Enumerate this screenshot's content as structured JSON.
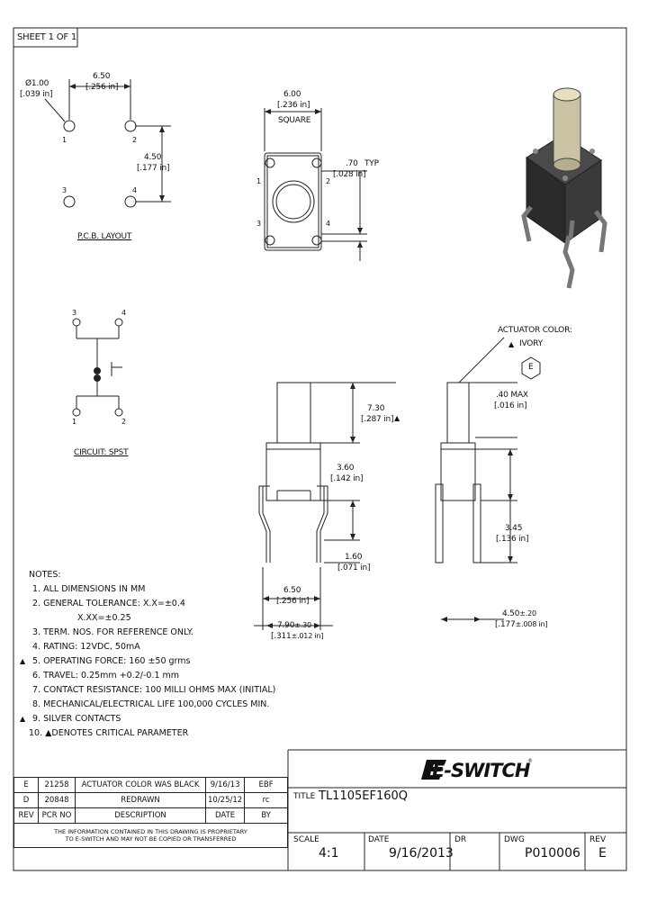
{
  "sheet": "SHEET 1 OF 1",
  "pcb": {
    "hole_dia": "Ø1.00",
    "hole_dia_in": "[.039 in]",
    "width": "6.50",
    "width_in": "[.256 in]",
    "height": "4.50",
    "height_in": "[.177 in]",
    "pins": [
      "1",
      "2",
      "3",
      "4"
    ],
    "label": "P.C.B. LAYOUT"
  },
  "top_view": {
    "size": "6.00",
    "size_in": "[.236 in]",
    "square": "SQUARE",
    "tab": ".70",
    "tab_in": "[.028 in]",
    "typ": "TYP",
    "pins": [
      "1",
      "2",
      "3",
      "4"
    ]
  },
  "circuit": {
    "pins": [
      "3",
      "4",
      "1",
      "2"
    ],
    "label": "CIRCUIT: SPST"
  },
  "front_view": {
    "height": "7.30",
    "height_in": "[.287 in]",
    "body": "3.60",
    "body_in": "[.142 in]",
    "lead": "1.60",
    "lead_in": "[.071 in]",
    "pitch": "6.50",
    "pitch_in": "[.256 in]",
    "overall": "7.90",
    "overall_tol": "±.30",
    "overall_in": "[.311",
    "overall_in_tol": "±.012 in]"
  },
  "side_view": {
    "actuator_label": "ACTUATOR COLOR:",
    "actuator_color": "IVORY",
    "hex": "E",
    "max": ".40 MAX",
    "max_in": "[.016 in]",
    "leg": "3.45",
    "leg_in": "[.136 in]",
    "width": "4.50",
    "width_tol": "±.20",
    "width_in": "[.177",
    "width_in_tol": "±.008 in]"
  },
  "notes": {
    "title": "NOTES:",
    "items": [
      "1. ALL DIMENSIONS IN MM",
      "2. GENERAL TOLERANCE: X.X=±0.4",
      "X.XX=±0.25",
      "3. TERM. NOS. FOR REFERENCE ONLY.",
      "4. RATING: 12VDC, 50mA",
      "5. OPERATING FORCE: 160 ±50 grms",
      "6. TRAVEL: 0.25mm +0.2/-0.1 mm",
      "7. CONTACT RESISTANCE: 100 MILLI OHMS MAX (INITIAL)",
      "8. MECHANICAL/ELECTRICAL LIFE 100,000 CYCLES MIN.",
      "9. SILVER CONTACTS",
      "10. ▲DENOTES CRITICAL PARAMETER"
    ]
  },
  "revisions": {
    "rows": [
      {
        "rev": "E",
        "pcr": "21258",
        "desc": "ACTUATOR COLOR WAS BLACK",
        "date": "9/16/13",
        "by": "EBF"
      },
      {
        "rev": "D",
        "pcr": "20848",
        "desc": "REDRAWN",
        "date": "10/25/12",
        "by": "rc"
      }
    ],
    "header": {
      "rev": "REV",
      "pcr": "PCR NO",
      "desc": "DESCRIPTION",
      "date": "DATE",
      "by": "BY"
    },
    "disclaimer_1": "THE INFORMATION CONTAINED IN THIS DRAWING IS PROPRIETARY",
    "disclaimer_2": "TO E-SWITCH AND MAY NOT BE COPIED OR TRANSFERRED"
  },
  "title_block": {
    "logo": "E-SWITCH",
    "tm": "®",
    "title_label": "TITLE",
    "title": "TL1105EF160Q",
    "scale_label": "SCALE",
    "scale": "4:1",
    "date_label": "DATE",
    "date": "9/16/2013",
    "dr_label": "DR",
    "dwg_label": "DWG",
    "dwg": "P010006",
    "rev_label": "REV",
    "rev": "E"
  }
}
